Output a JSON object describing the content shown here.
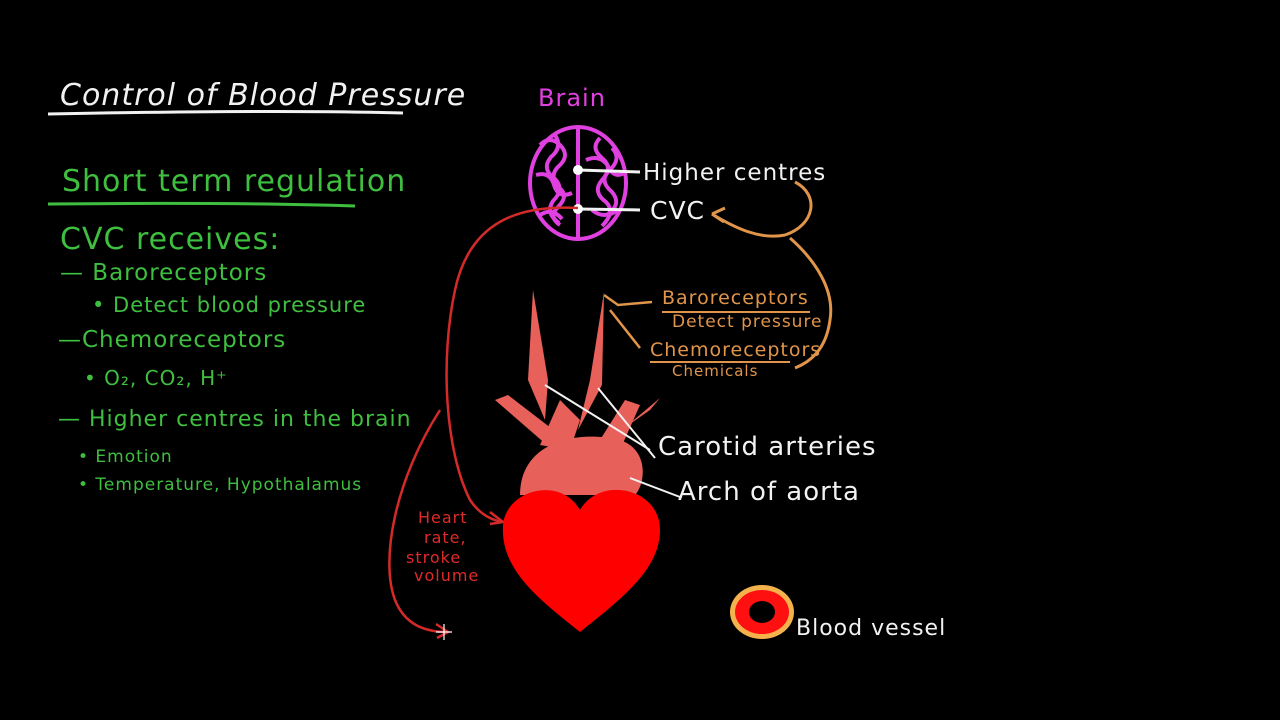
{
  "title": "Control of Blood Pressure",
  "notes": {
    "heading": "Short term regulation",
    "receives": "CVC receives:",
    "items": [
      "— Baroreceptors",
      "• Detect blood pressure",
      "—Chemoreceptors",
      "• O₂, CO₂, H⁺",
      "— Higher centres in the brain",
      "• Emotion",
      "• Temperature, Hypothalamus"
    ]
  },
  "diagram": {
    "brain_label": "Brain",
    "higher_centres": "Higher centres",
    "cvc": "CVC",
    "baroreceptors": "Baroreceptors",
    "detect_pressure": "Detect pressure",
    "chemoreceptors": "Chemoreceptors",
    "chemicals": "Chemicals",
    "carotid_arteries": "Carotid arteries",
    "arch_of_aorta": "Arch of aorta",
    "heart_rate_lines": [
      "Heart",
      "rate,",
      "stroke",
      "volume"
    ],
    "blood_vessel": "Blood vessel"
  },
  "colors": {
    "notes": "#3fbf3f",
    "brain": "#e040e0",
    "receptors": "#e0954a",
    "heart": "#ff0000",
    "vessels": "#e8605a",
    "nerve": "#d42a2a"
  }
}
